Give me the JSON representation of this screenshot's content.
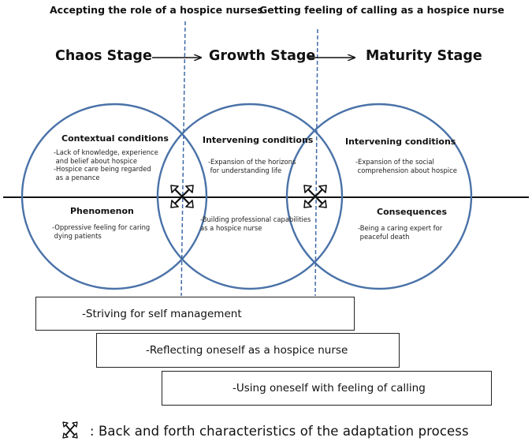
{
  "top_labels": {
    "left": "Accepting the role of a hospice nurses",
    "right": "Getting feeling of calling as a hospice nurse"
  },
  "stages": {
    "chaos": "Chaos Stage",
    "growth": "Growth Stage",
    "maturity": "Maturity Stage"
  },
  "circles": {
    "left": {
      "upper_title": "Contextual conditions",
      "upper_body": "-Lack of knowledge, experience\n and belief about hospice\n-Hospice care being regarded\n as a penance",
      "lower_title": "Phenomenon",
      "lower_body": "-Oppressive feeling for caring\n dying patients"
    },
    "middle": {
      "upper_title": "Intervening conditions",
      "upper_body": "-Expansion of the horizons\n for understanding life",
      "lower_body": "-Building professional capabilities\nas a hospice nurse"
    },
    "right": {
      "upper_title": "Intervening conditions",
      "upper_body": "-Expansion of the social\n comprehension about hospice",
      "lower_title": "Consequences",
      "lower_body": "-Being a caring expert for\n peaceful death"
    }
  },
  "strategies": [
    "-Striving for self management",
    "-Reflecting oneself as a hospice nurse",
    "-Using oneself with feeling of calling"
  ],
  "legend": {
    "text": ": Back and forth characteristics of the adaptation process",
    "icon": "bidirectional-arrows-icon"
  },
  "colors": {
    "circle_stroke": "#4a72a8",
    "dashed_line": "#3f6aa6",
    "ink": "#111111"
  }
}
